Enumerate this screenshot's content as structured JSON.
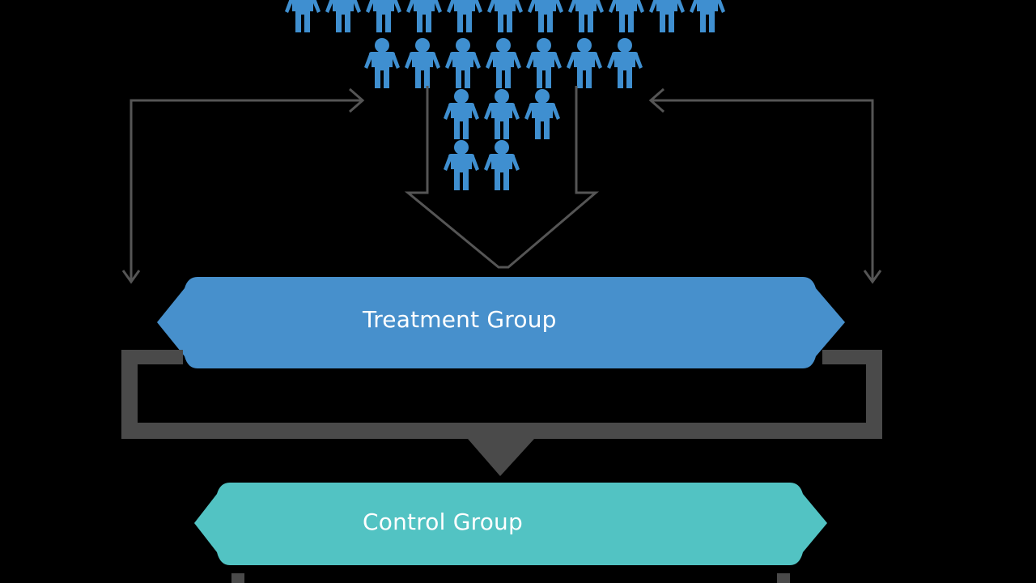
{
  "colors": {
    "background": "#000000",
    "people": "#3f8fd0",
    "treatment": "#4790cc",
    "control": "#52c3c3",
    "connector_dark": "#4a4a4a",
    "arrow_gray": "#555555",
    "label_text": "#ffffff"
  },
  "population": {
    "icon": "person-icon",
    "rows": [
      11,
      7,
      3,
      2
    ]
  },
  "groups": {
    "treatment": {
      "label": "Treatment Group"
    },
    "control": {
      "label": "Control Group"
    }
  }
}
